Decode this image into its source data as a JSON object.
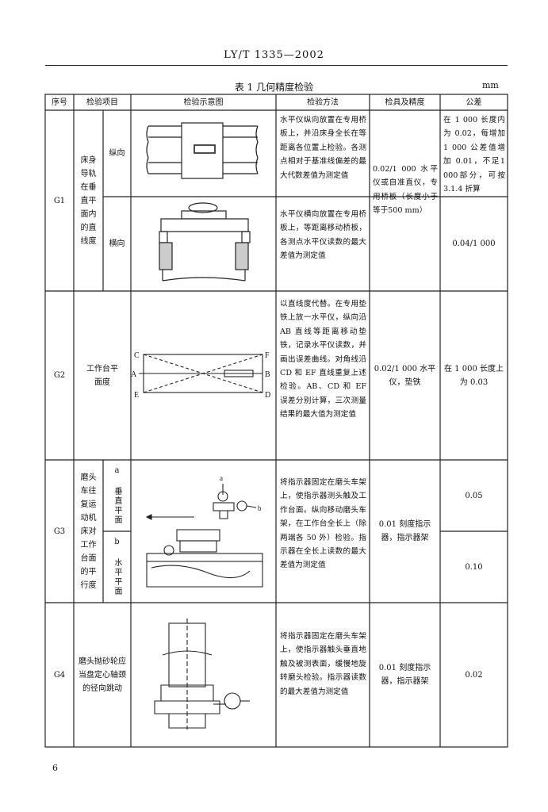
{
  "header": {
    "standard": "LY/T 1335—2002"
  },
  "table": {
    "caption": "表 1 几何精度检验",
    "unit": "mm",
    "columns": [
      "序号",
      "检验项目",
      "检验示意图",
      "检验方法",
      "检具及精度",
      "公差"
    ],
    "rows": [
      {
        "no": "G1",
        "item": "床身导轨在垂直平面内的直线度",
        "sub_items": [
          "纵向",
          "横向"
        ],
        "methods": [
          "水平仪纵向放置在专用桥板上，并沿床身全长在等距离各位置上检验。各测点相对于基准线偏差的最大代数差值为测定值",
          "水平仪横向放置在专用桥板上，等距离移动桥板，各测点水平仪读数的最大差值为测定值"
        ],
        "tools": "0.02/1 000 水平仪或自准直仪，专用桥板（长度小于等于500 mm）",
        "tolerances": [
          "在 1 000 长度内为 0.02，每增加1 000 公差值增加 0.01，不足1 000部分，可按 3.1.4 折算",
          "0.04/1 000"
        ]
      },
      {
        "no": "G2",
        "item": "工作台平面度",
        "method": "以直线度代替。在专用垫铁上放一水平仪，纵向沿 AB 直线等距离移动垫铁，记录水平仪读数，并画出误差曲线。对角线沿 CD 和 EF 直线重复上述检验。AB、CD 和 EF 误差分别计算，三次测量结果的最大值为测定值",
        "tools": "0.02/1 000 水平仪，垫铁",
        "tolerance": "在 1 000 长度上为 0.03",
        "diagram_labels": [
          "C",
          "A",
          "E",
          "F",
          "B",
          "D"
        ]
      },
      {
        "no": "G3",
        "item": "磨头车往复运动机床对工作台面的平行度",
        "sub_items": [
          "a 垂直平面",
          "b 水平平面"
        ],
        "method": "将指示器固定在磨头车架上，使指示器测头触及工作台面。纵向移动磨头车架，在工作台全长上（除两端各 50 外）检验。指示器在全长上读数的最大差值为测定值",
        "tools": "0.01 刻度指示器，指示器架",
        "tolerances": [
          "0.05",
          "0.10"
        ],
        "diagram_labels": [
          "a",
          "b"
        ]
      },
      {
        "no": "G4",
        "item": "磨头抛砂轮应当盘定心轴颈的径向跳动",
        "method": "将指示器固定在磨头车架上，使指示器触头垂直地触及被测表面，缓慢地旋转磨头检验。指示器读数的最大差值为测定值",
        "tools": "0.01 刻度指示器，指示器架",
        "tolerance": "0.02"
      }
    ]
  },
  "page_number": "6"
}
